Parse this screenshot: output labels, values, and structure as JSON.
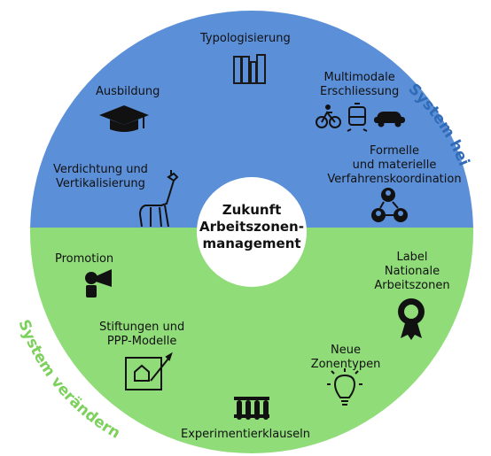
{
  "center": {
    "line1": "Zukunft",
    "line2": "Arbeitszonen-",
    "line3": "management"
  },
  "outer_labels": {
    "top_right": "System heilen",
    "bottom_left": "System verändern"
  },
  "items": {
    "typologisierung": "Typologisierung",
    "multimodale_1": "Multimodale",
    "multimodale_2": "Erschliessung",
    "ausbildung": "Ausbildung",
    "verdichtung_1": "Verdichtung und",
    "verdichtung_2": "Vertikalisierung",
    "formelle_1": "Formelle",
    "formelle_2": "und materielle",
    "formelle_3": "Verfahrenskoordination",
    "promotion": "Promotion",
    "label_1": "Label",
    "label_2": "Nationale",
    "label_3": "Arbeitszonen",
    "stiftungen_1": "Stiftungen und",
    "stiftungen_2": "PPP-Modelle",
    "neue_1": "Neue",
    "neue_2": "Zonentypen",
    "experimentier": "Experimentierklauseln"
  },
  "colors": {
    "upper": "#5b8fd8",
    "lower": "#8fdc78",
    "upper_text": "#2f6bb7",
    "lower_text": "#7cd05c",
    "center": "#ffffff",
    "icon": "#111111"
  }
}
